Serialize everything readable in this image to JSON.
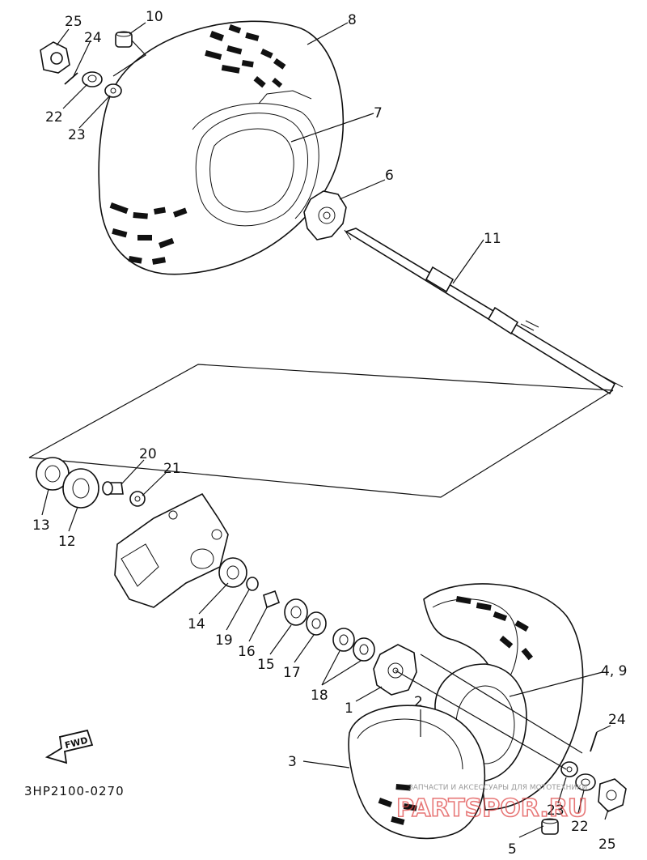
{
  "diagram_code": "3HP2100-0270",
  "fwd_label": "FWD",
  "watermark": {
    "line": "ЗАПЧАСТИ И АКСЕССУАРЫ ДЛЯ МОТОТЕХНИКИ",
    "brand": "PARTSPOR.RU"
  },
  "callouts": {
    "c25a": "25",
    "c10": "10",
    "c24a": "24",
    "c8": "8",
    "c22a": "22",
    "c23a": "23",
    "c7": "7",
    "c6": "6",
    "c11": "11",
    "c20": "20",
    "c21": "21",
    "c13": "13",
    "c12": "12",
    "c14": "14",
    "c19": "19",
    "c16": "16",
    "c15": "15",
    "c17": "17",
    "c18": "18",
    "c49": "4, 9",
    "c1": "1",
    "c2": "2",
    "c3": "3",
    "c24b": "24",
    "c23b": "23",
    "c22b": "22",
    "c25b": "25",
    "c5": "5"
  }
}
